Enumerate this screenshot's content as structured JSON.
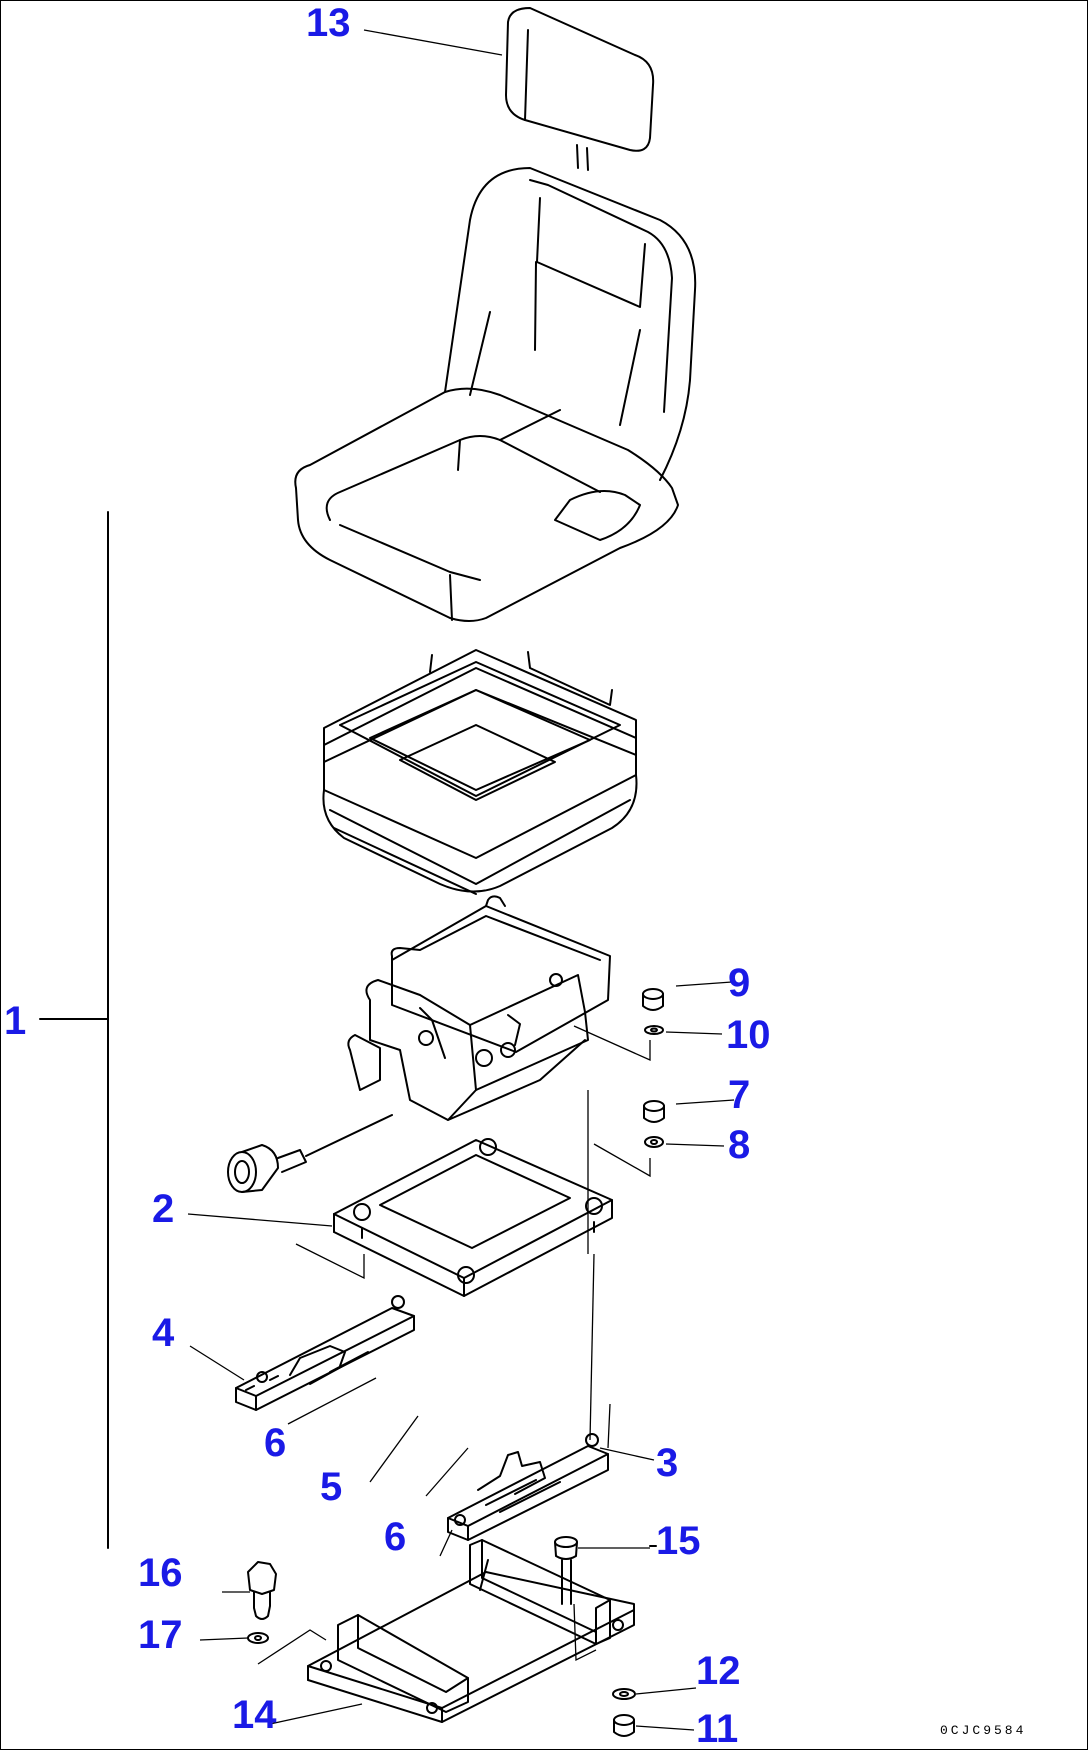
{
  "diagram": {
    "drawing_code": "0CJC9584",
    "colors": {
      "callout": "#1a1ae6",
      "line": "#000000",
      "background": "#ffffff"
    },
    "callouts": [
      {
        "id": "c1",
        "text": "1"
      },
      {
        "id": "c2",
        "text": "2"
      },
      {
        "id": "c3",
        "text": "3"
      },
      {
        "id": "c4",
        "text": "4"
      },
      {
        "id": "c5",
        "text": "5"
      },
      {
        "id": "c6a",
        "text": "6"
      },
      {
        "id": "c6b",
        "text": "6"
      },
      {
        "id": "c7",
        "text": "7"
      },
      {
        "id": "c8",
        "text": "8"
      },
      {
        "id": "c9",
        "text": "9"
      },
      {
        "id": "c10",
        "text": "10"
      },
      {
        "id": "c11",
        "text": "11"
      },
      {
        "id": "c12",
        "text": "12"
      },
      {
        "id": "c13",
        "text": "13"
      },
      {
        "id": "c14",
        "text": "14"
      },
      {
        "id": "c15",
        "text": "15"
      },
      {
        "id": "c16",
        "text": "16"
      },
      {
        "id": "c17",
        "text": "17"
      }
    ]
  }
}
